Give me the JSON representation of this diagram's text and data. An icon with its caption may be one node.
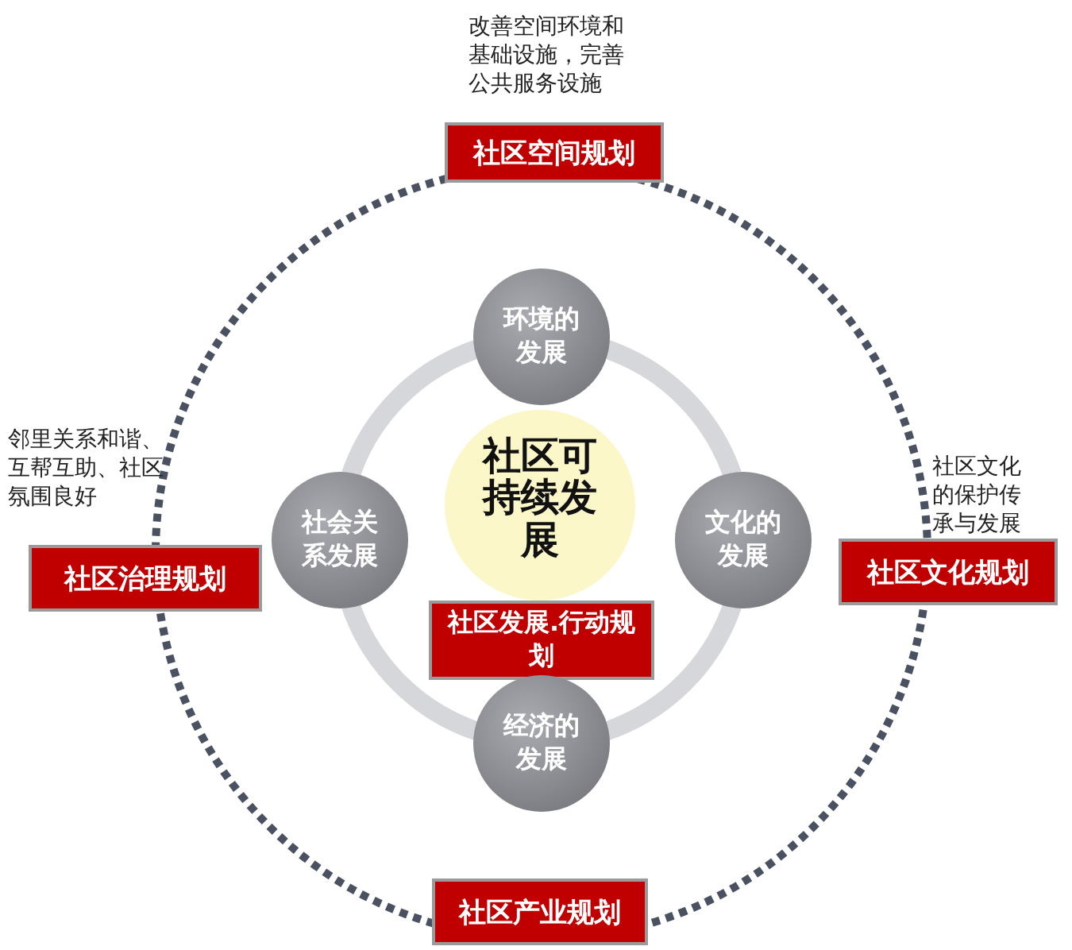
{
  "diagram": {
    "nodes": [
      {
        "text": [
          "社区空间规划"
        ],
        "beside": [
          "改善空间环境和基础设施，完善公共服务设施"
        ]
      },
      {
        "text": [
          "环境的发展"
        ]
      },
      {
        "text": [
          "社区治理规划"
        ],
        "beside": [
          "邻里关系和谐、互帮互助、社区氛围良好"
        ]
      },
      {
        "text": [
          "社会关系发展"
        ]
      },
      {
        "text": [
          "社区可持续发展"
        ]
      },
      {
        "text": [
          "文化的发展"
        ]
      },
      {
        "text": [
          "社区文化规划"
        ],
        "beside": [
          "社区文化的保护传承与发展"
        ]
      },
      {
        "text": [
          "社区发展.行动规划"
        ]
      },
      {
        "text": [
          "经济的发展"
        ]
      },
      {
        "text": [
          "社区产业规划"
        ]
      }
    ]
  }
}
